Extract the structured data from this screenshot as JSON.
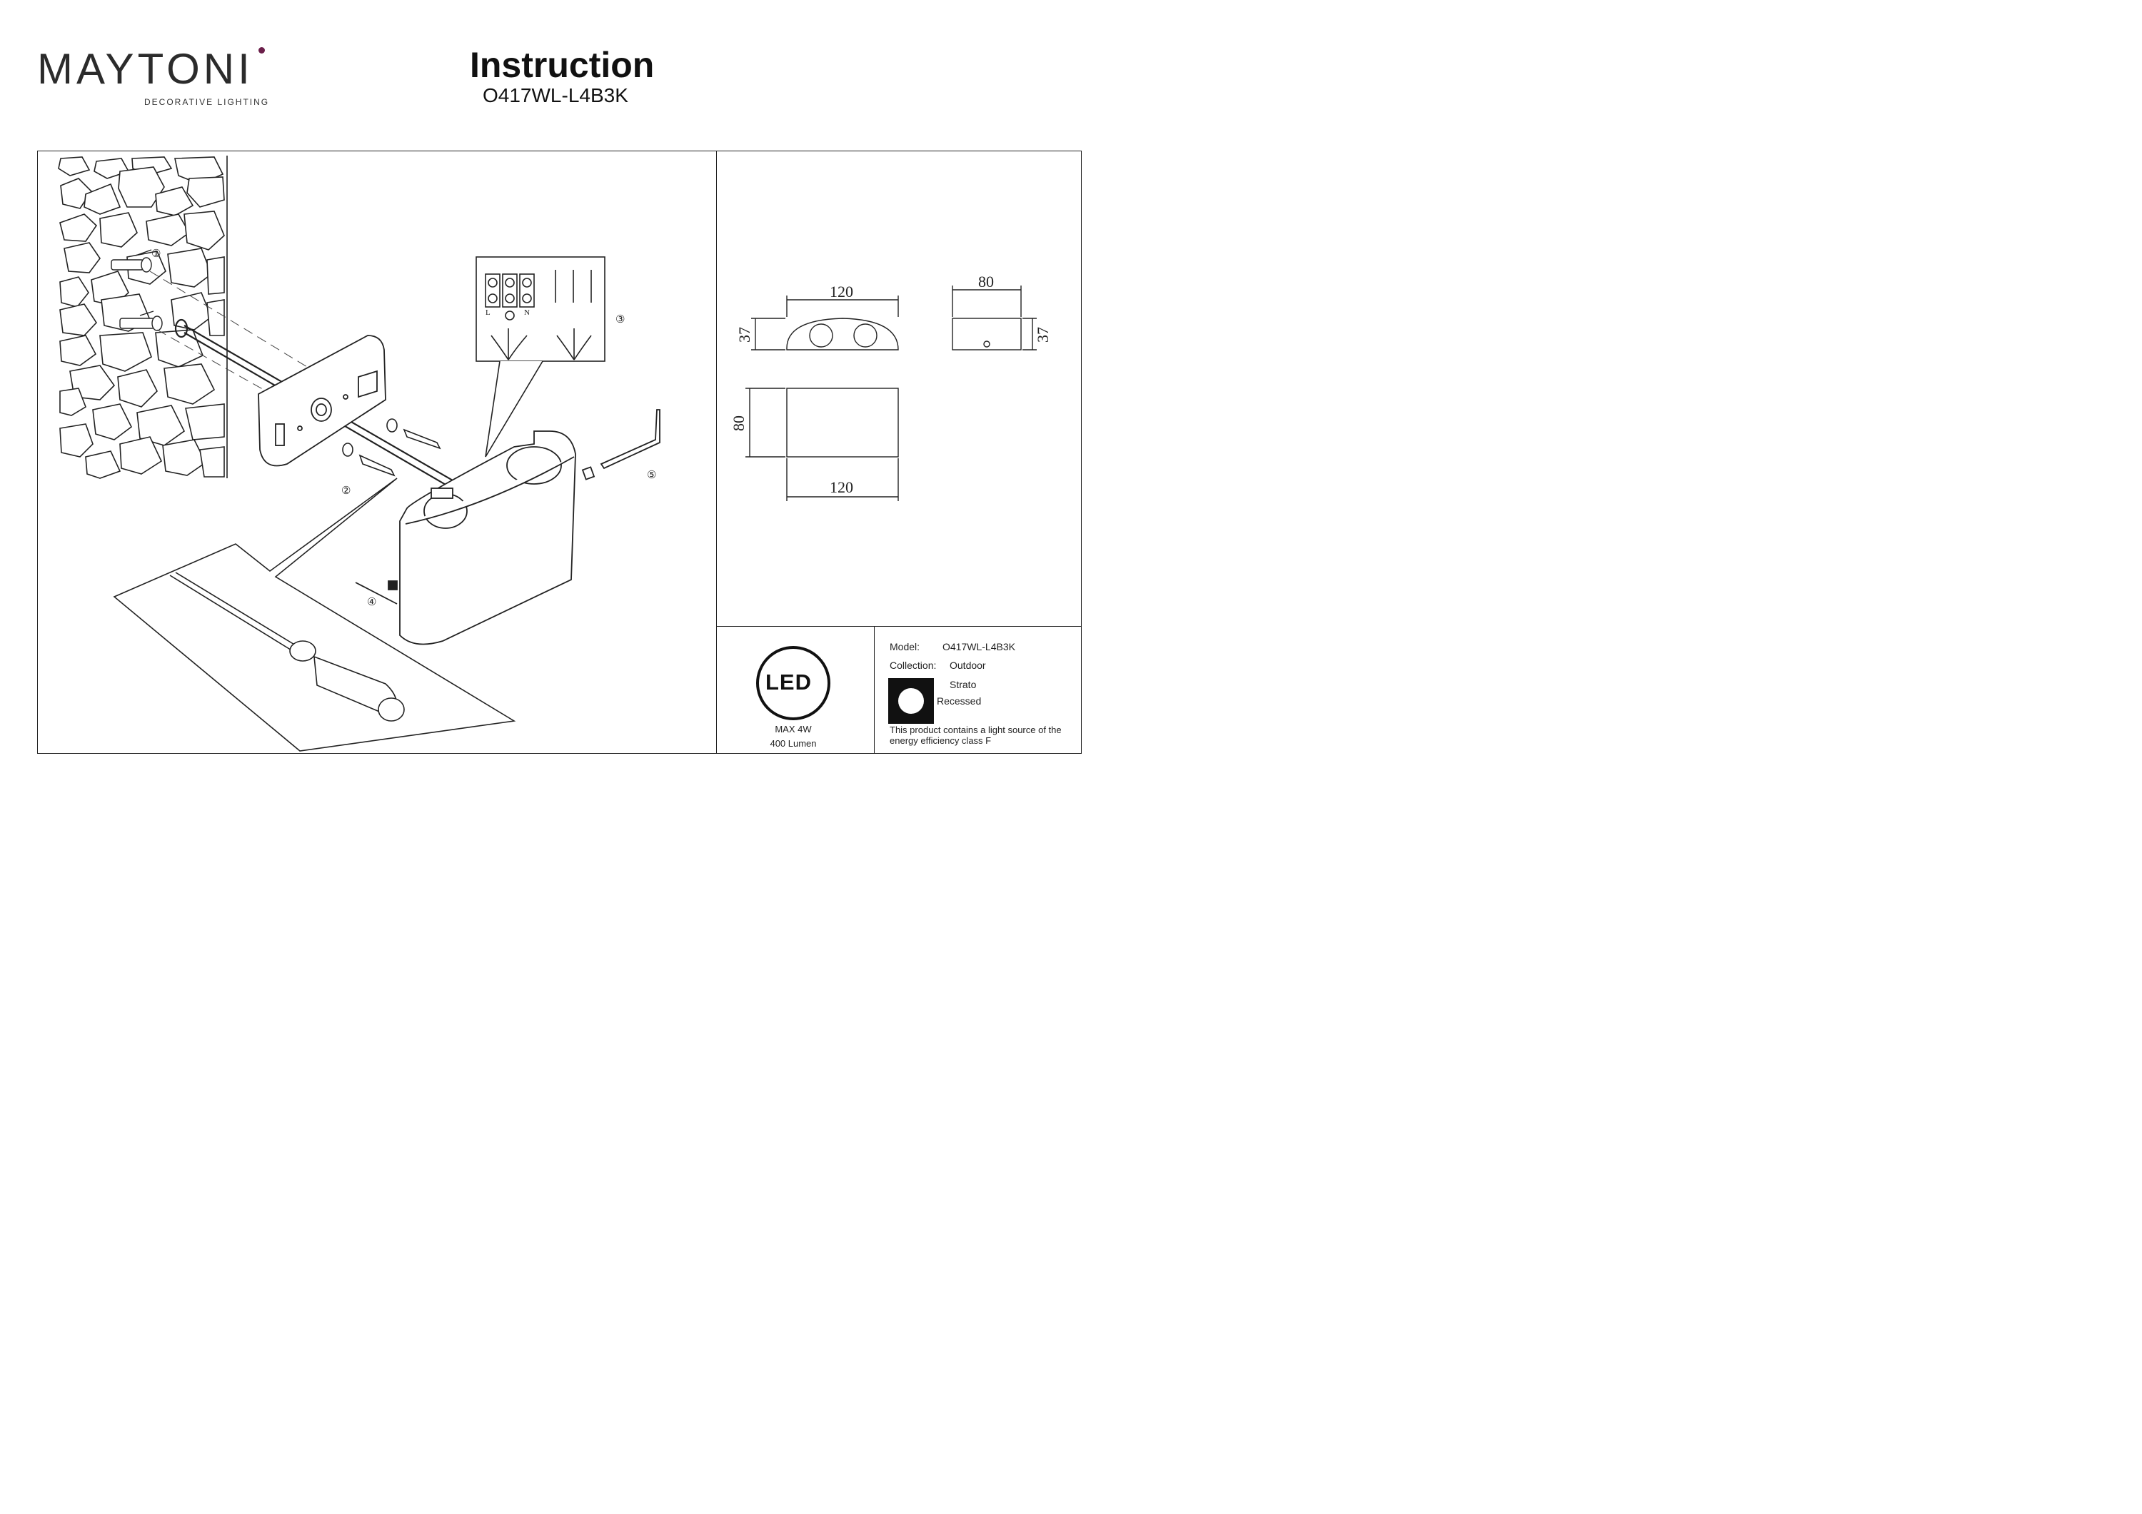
{
  "brand": {
    "name": "MAYTONI",
    "tagline": "DECORATIVE LIGHTING",
    "accent_color": "#6b1f4a"
  },
  "header": {
    "title": "Instruction",
    "model": "O417WL-L4B3K"
  },
  "diagram": {
    "steps": [
      "①",
      "②",
      "③",
      "④",
      "⑤"
    ],
    "terminal_labels": [
      "L",
      "N"
    ]
  },
  "dimensions": {
    "front_width": "120",
    "front_height": "37",
    "side_depth": "80",
    "side_height": "37",
    "top_depth": "80",
    "top_width": "120"
  },
  "led": {
    "badge": "LED",
    "max_power": "MAX 4W",
    "lumen": "400 Lumen"
  },
  "specs": {
    "model_label": "Model:",
    "model_value": "O417WL-L4B3K",
    "collection_label": "Collection:",
    "collection_value": "Outdoor",
    "series": "Strato",
    "mount_type": "Recessed",
    "energy_text_1": "This product contains a light source of the",
    "energy_text_2": "energy efficiency class F"
  }
}
